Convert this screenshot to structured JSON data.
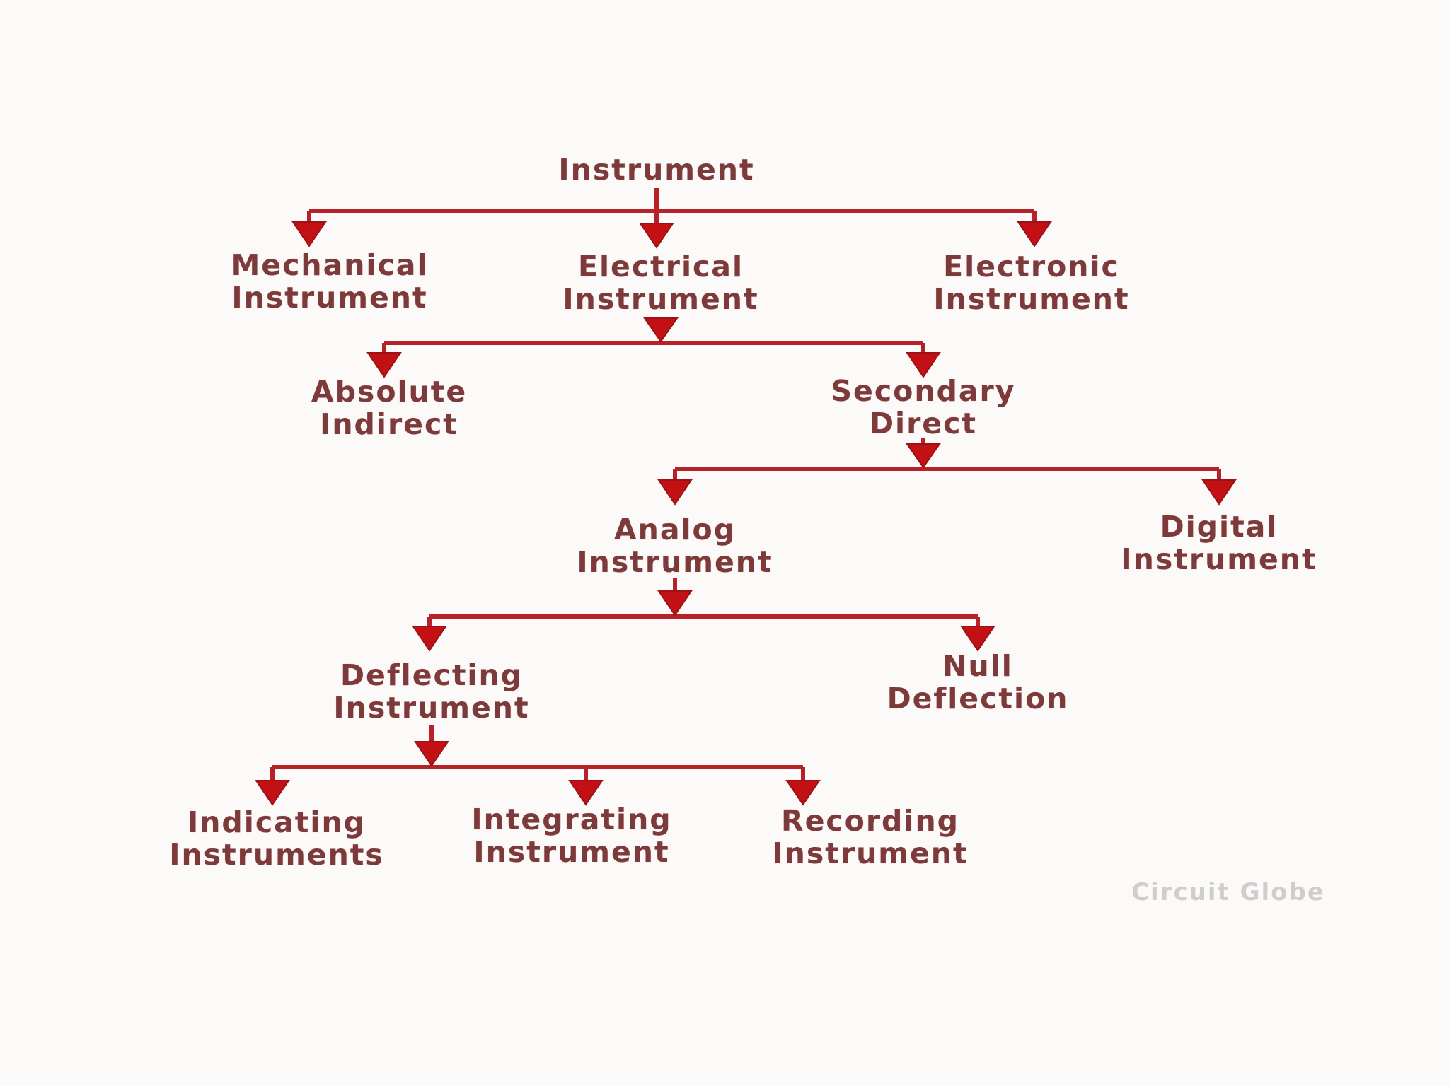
{
  "palette": {
    "background": "#fbfaf9",
    "line_red": "#b7222a",
    "arrow_red": "#c21014",
    "text_maroon": "#7d3a3a",
    "watermark_gray": "#d0cecc"
  },
  "nodes": {
    "instrument": {
      "label": "Instrument"
    },
    "mechanical": {
      "label": "Mechanical\nInstrument"
    },
    "electrical": {
      "label": "Electrical\nInstrument"
    },
    "electronic": {
      "label": "Electronic\nInstrument"
    },
    "absolute": {
      "label": "Absolute\nIndirect"
    },
    "secondary": {
      "label": "Secondary\nDirect"
    },
    "analog": {
      "label": "Analog\nInstrument"
    },
    "digital": {
      "label": "Digital\nInstrument"
    },
    "deflecting": {
      "label": "Deflecting\nInstrument"
    },
    "null_deflection": {
      "label": "Null\nDeflection"
    },
    "indicating": {
      "label": "Indicating\nInstruments"
    },
    "integrating": {
      "label": "Integrating\nInstrument"
    },
    "recording": {
      "label": "Recording\nInstrument"
    }
  },
  "hierarchy": {
    "Instrument": [
      "Mechanical Instrument",
      "Electrical Instrument",
      "Electronic Instrument"
    ],
    "Electrical Instrument": [
      "Absolute Indirect",
      "Secondary Direct"
    ],
    "Secondary Direct": [
      "Analog Instrument",
      "Digital Instrument"
    ],
    "Analog Instrument": [
      "Deflecting Instrument",
      "Null Deflection"
    ],
    "Deflecting Instrument": [
      "Indicating Instruments",
      "Integrating Instrument",
      "Recording Instrument"
    ]
  },
  "watermark": {
    "label": "Circuit Globe"
  }
}
